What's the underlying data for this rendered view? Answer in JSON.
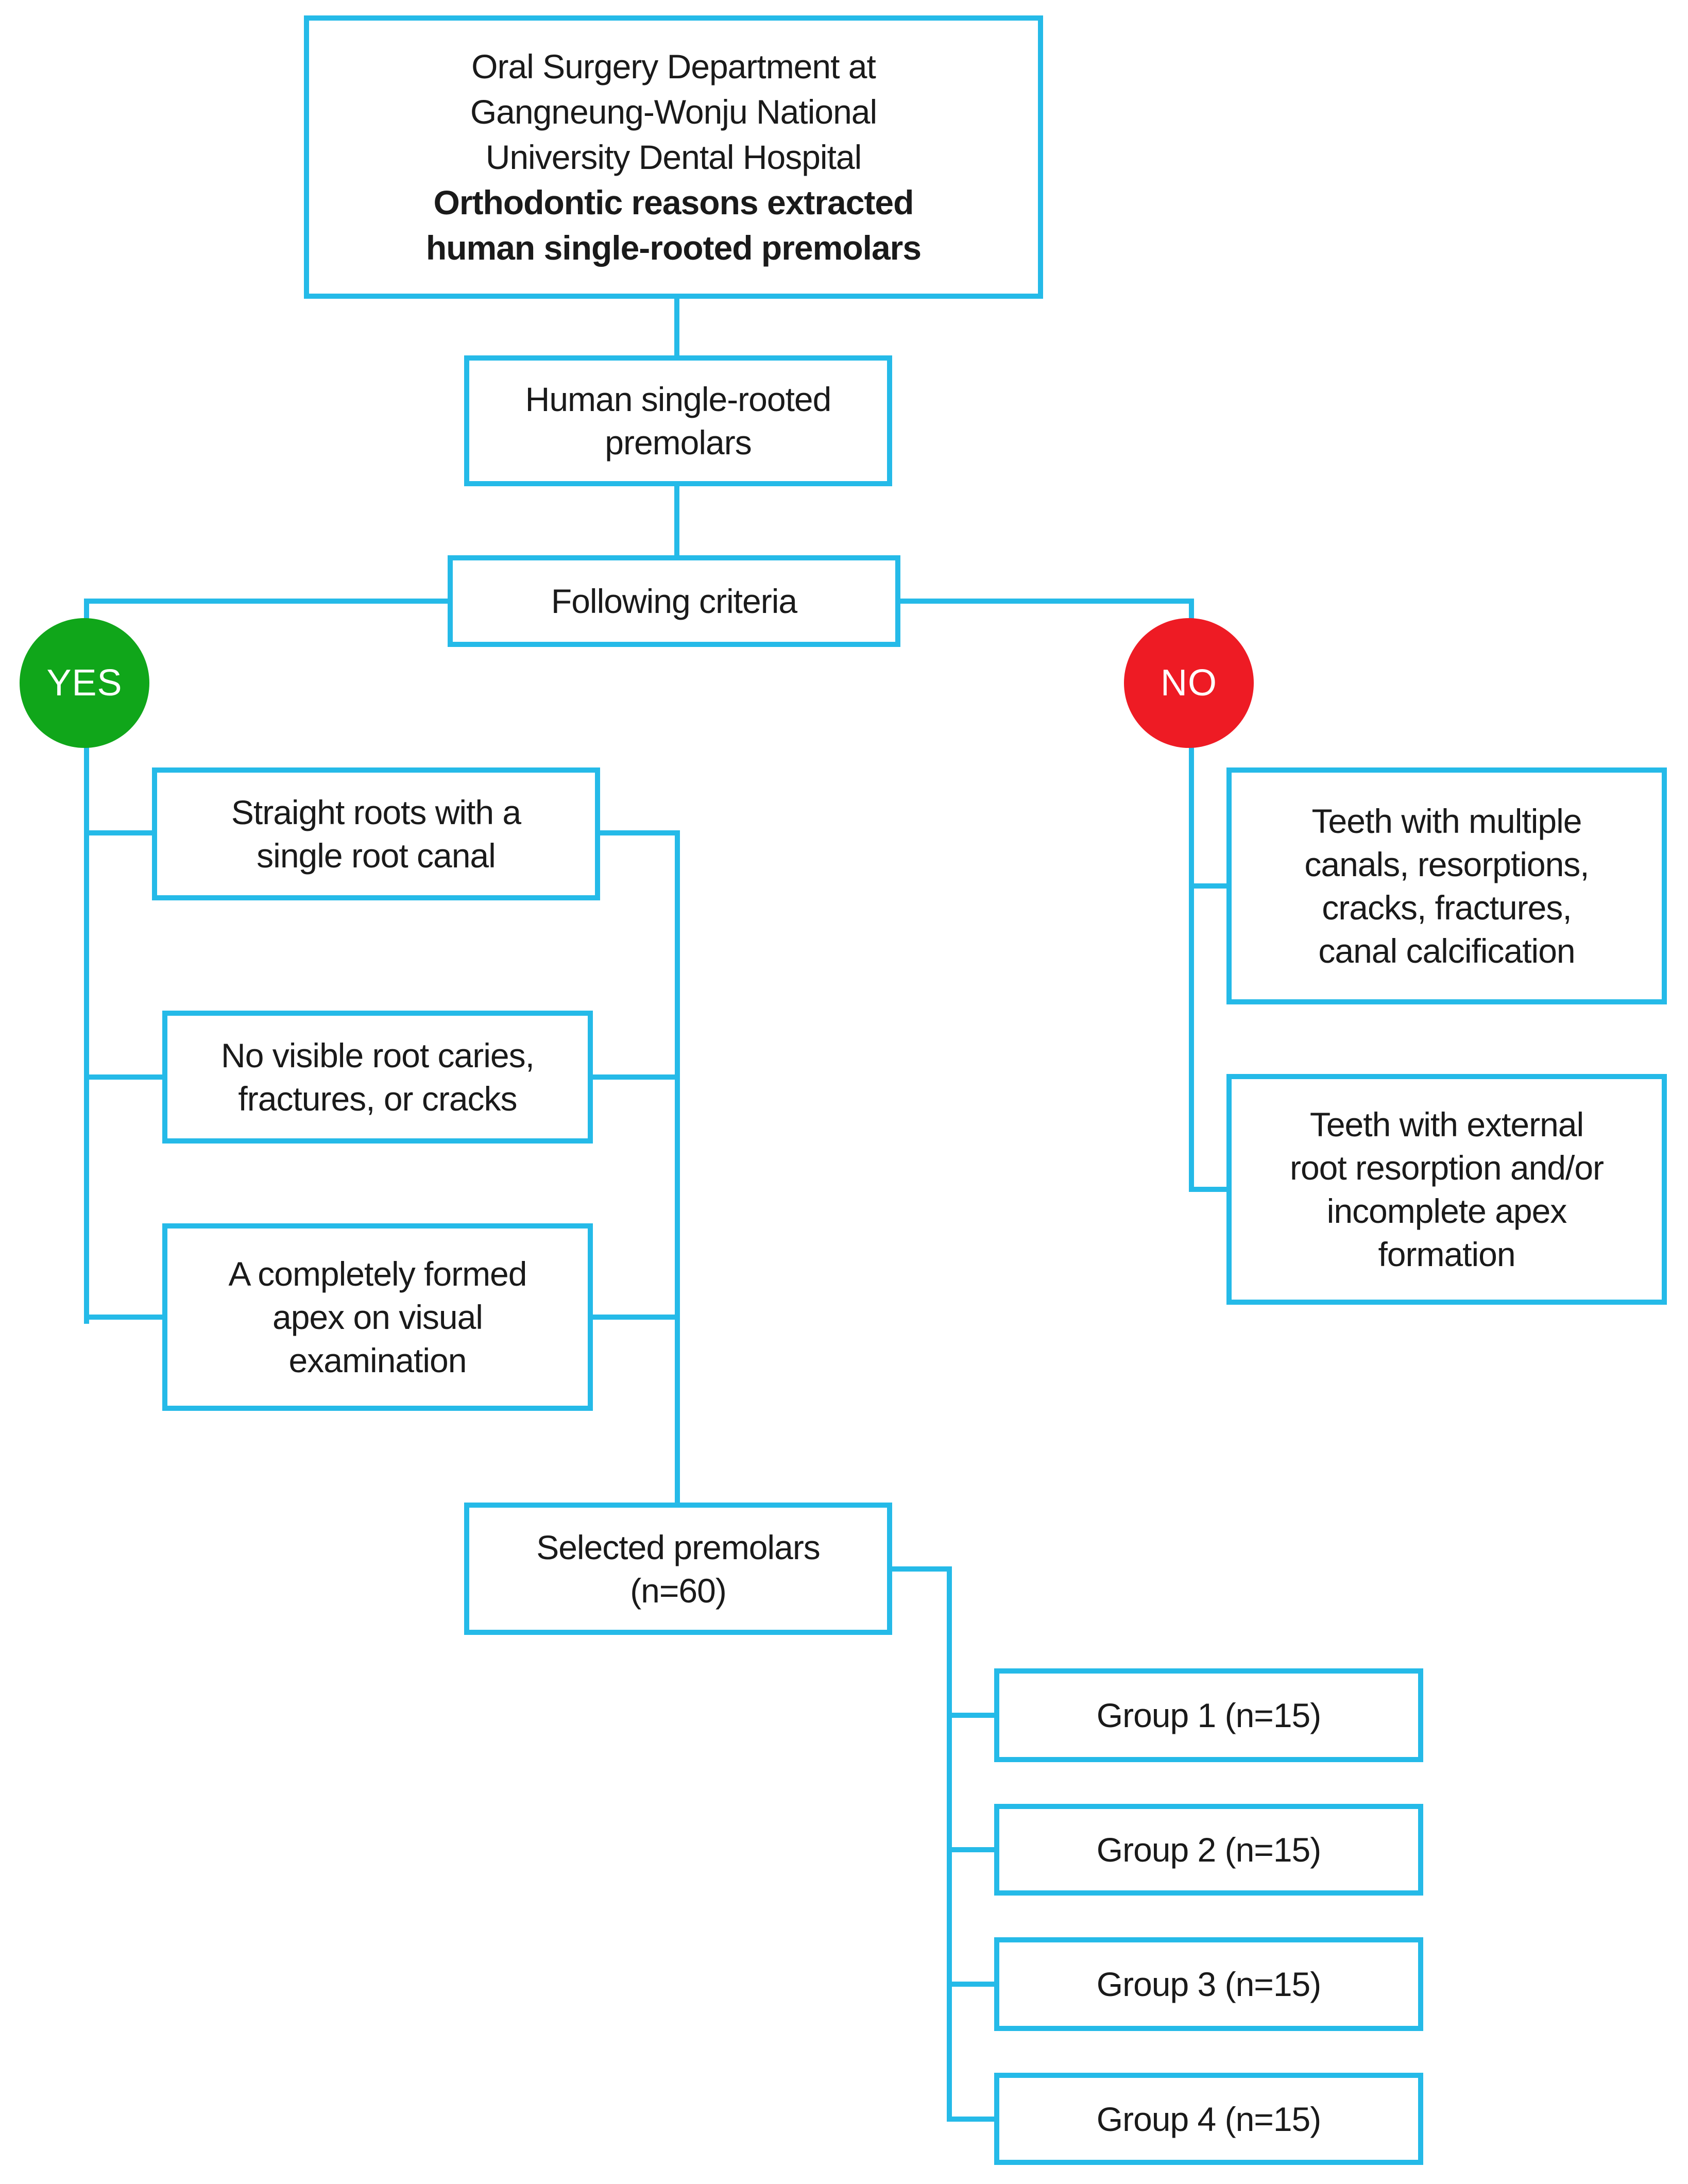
{
  "figure": {
    "background": "#FFFFFF",
    "line_color": "#25BAE8",
    "text_color": "#1A1A1A",
    "nodes": {
      "source": {
        "lines": [
          "Oral Surgery Department at",
          "Gangneung-Wonju National",
          "University Dental Hospital"
        ],
        "bold_lines": [
          "Orthodontic reasons extracted",
          "human single-rooted premolars"
        ]
      },
      "premolars": {
        "lines": [
          "Human single-rooted",
          "premolars"
        ]
      },
      "criteria": {
        "label": "Following criteria"
      },
      "yes": {
        "label": "YES",
        "fill": "#10A61A",
        "text_color": "#FFFFFF"
      },
      "no": {
        "label": "NO",
        "fill": "#EE1B24",
        "text_color": "#FFFFFF"
      },
      "inclusion": [
        {
          "lines": [
            "Straight roots with a",
            "single root canal"
          ]
        },
        {
          "lines": [
            "No visible root caries,",
            "fractures, or cracks"
          ]
        },
        {
          "lines": [
            "A completely formed",
            "apex on visual",
            "examination"
          ]
        }
      ],
      "exclusion": [
        {
          "lines": [
            "Teeth with multiple",
            "canals, resorptions,",
            "cracks, fractures,",
            "canal calcification"
          ]
        },
        {
          "lines": [
            "Teeth with external",
            "root resorption and/or",
            "incomplete apex",
            "formation"
          ]
        }
      ],
      "selected": {
        "lines": [
          "Selected premolars",
          "(n=60)"
        ]
      },
      "groups": [
        {
          "label": "Group 1 (n=15)"
        },
        {
          "label": "Group 2 (n=15)"
        },
        {
          "label": "Group 3 (n=15)"
        },
        {
          "label": "Group 4 (n=15)"
        }
      ]
    }
  }
}
